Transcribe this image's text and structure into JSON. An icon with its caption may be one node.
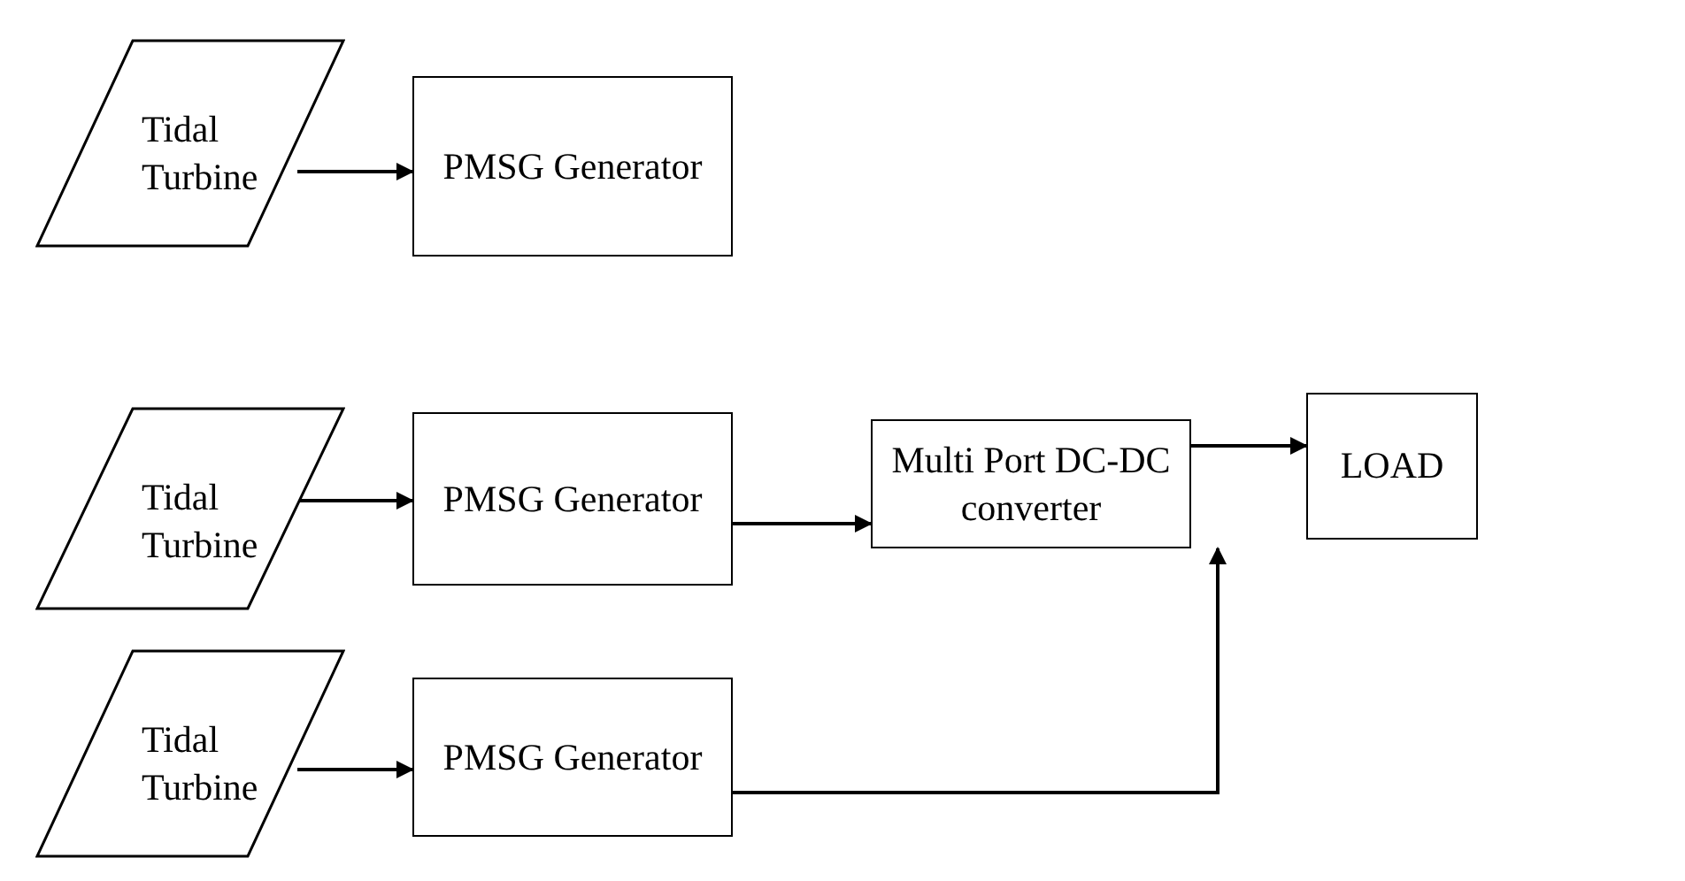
{
  "diagram": {
    "nodes": [
      {
        "text": [
          "Tidal Turbine"
        ]
      },
      {
        "text": [
          "PMSG Generator"
        ]
      },
      {
        "text": [
          "Tidal Turbine"
        ]
      },
      {
        "text": [
          "PMSG Generator"
        ]
      },
      {
        "text": [
          "Multi Port DC-DC converter"
        ]
      },
      {
        "text": [
          "LOAD"
        ]
      },
      {
        "text": [
          "Tidal Turbine"
        ]
      },
      {
        "text": [
          "PMSG Generator"
        ]
      }
    ],
    "edges": [
      {
        "from": 0,
        "to": 1,
        "arrow": "to"
      },
      {
        "from": 2,
        "to": 3,
        "arrow": "to"
      },
      {
        "from": 3,
        "to": 4,
        "arrow": "to"
      },
      {
        "from": 4,
        "to": 5,
        "arrow": "to"
      },
      {
        "from": 6,
        "to": 7,
        "arrow": "to"
      },
      {
        "from": 7,
        "to": 4,
        "arrow": "to"
      }
    ]
  }
}
